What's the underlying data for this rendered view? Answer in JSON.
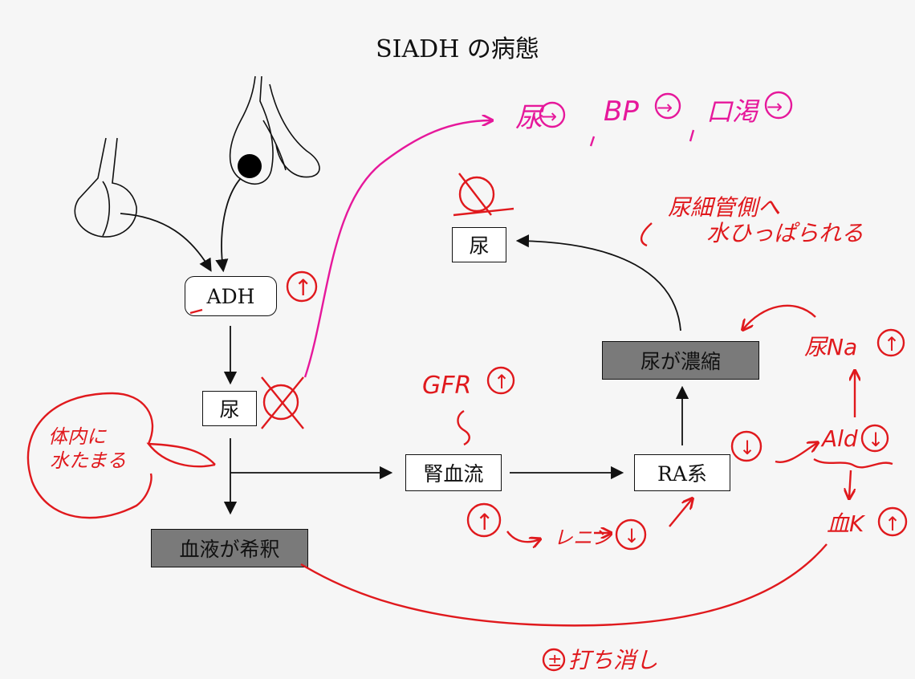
{
  "title": "SIADH の病態",
  "nodes": {
    "adh": "ADH",
    "urine_mid": "尿",
    "urine_top": "尿",
    "renal_flow": "腎血流",
    "ra": "RA系",
    "concentrated": "尿が濃縮",
    "diluted": "血液が希釈"
  },
  "notes": {
    "adh_up": "↑",
    "gfr": "GFR",
    "gfr_up": "↑",
    "renin_chain_up": "↑",
    "renin": "レニン",
    "renin_down": "↓",
    "ra_down": "↓",
    "ald": "Ald",
    "ald_down": "↓",
    "urine_na": "尿Na",
    "urine_na_up": "↑",
    "blood_k": "血K",
    "blood_k_up": "↑",
    "bubble_line1": "体内に",
    "bubble_line2": "水たまる",
    "tubule_line1": "尿細管側へ",
    "tubule_line2": "水ひっぱられる",
    "cancel_mark": "±",
    "cancel_text": "打ち消し",
    "top_urine": "尿",
    "top_bp": "BP",
    "top_thirst": "口渇",
    "top_arrow": "→"
  },
  "colors": {
    "ink": "#111111",
    "red_annotation": "#e0191d",
    "pink_annotation": "#e6189b",
    "shaded_box": "#7a7a7a"
  }
}
